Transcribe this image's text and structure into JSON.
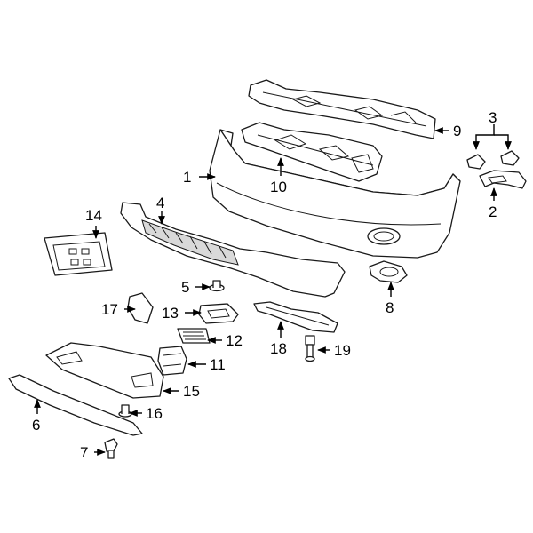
{
  "diagram": {
    "accent_color": "#000000",
    "callouts": [
      "1",
      "2",
      "3",
      "4",
      "5",
      "6",
      "7",
      "8",
      "9",
      "10",
      "11",
      "12",
      "13",
      "14",
      "15",
      "16",
      "17",
      "18",
      "19"
    ]
  }
}
